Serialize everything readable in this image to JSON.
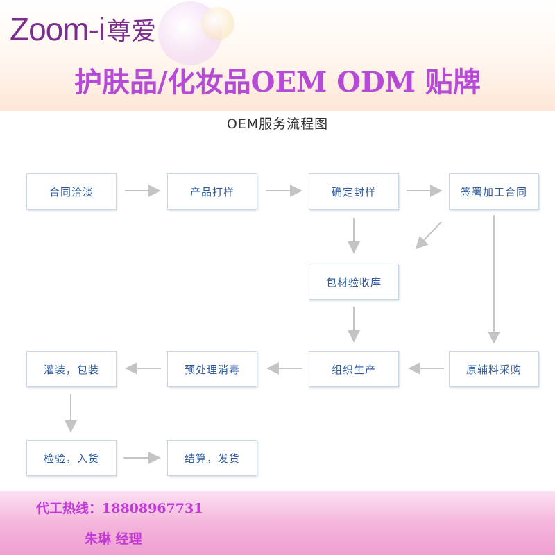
{
  "brand": {
    "name_latin": "Zoom-i",
    "name_cjk": "尊爱"
  },
  "banner": "护肤品/化妆品OEM ODM 贴牌",
  "diagram": {
    "title": "OEM服务流程图",
    "nodes": {
      "contract_negotiation": "合同洽淡",
      "product_sampling": "产品打样",
      "confirm_seal_sample": "确定封样",
      "sign_processing_contract": "签署加工合同",
      "packaging_inspection": "包材验收库",
      "raw_material_purchase": "原辅料采购",
      "organize_production": "组织生产",
      "pretreatment_disinfection": "预处理消毒",
      "filling_packing": "灌装，包装",
      "inspection_storage": "检验，入货",
      "settlement_shipping": "结算，发货"
    },
    "edges": [
      [
        "contract_negotiation",
        "product_sampling"
      ],
      [
        "product_sampling",
        "confirm_seal_sample"
      ],
      [
        "confirm_seal_sample",
        "sign_processing_contract"
      ],
      [
        "confirm_seal_sample",
        "packaging_inspection"
      ],
      [
        "sign_processing_contract",
        "packaging_inspection"
      ],
      [
        "sign_processing_contract",
        "raw_material_purchase"
      ],
      [
        "packaging_inspection",
        "organize_production"
      ],
      [
        "raw_material_purchase",
        "organize_production"
      ],
      [
        "organize_production",
        "pretreatment_disinfection"
      ],
      [
        "pretreatment_disinfection",
        "filling_packing"
      ],
      [
        "filling_packing",
        "inspection_storage"
      ],
      [
        "inspection_storage",
        "settlement_shipping"
      ]
    ]
  },
  "footer": {
    "hotline": "代工热线：18808967731",
    "manager": "朱琳 经理"
  },
  "colors": {
    "brand_purple": "#7a2e8e",
    "banner_purple": "#b44ad6",
    "node_text_blue": "#2a5aa0",
    "arrow_gray": "#c4c4c4",
    "footer_pink": "#f4b6dc"
  }
}
